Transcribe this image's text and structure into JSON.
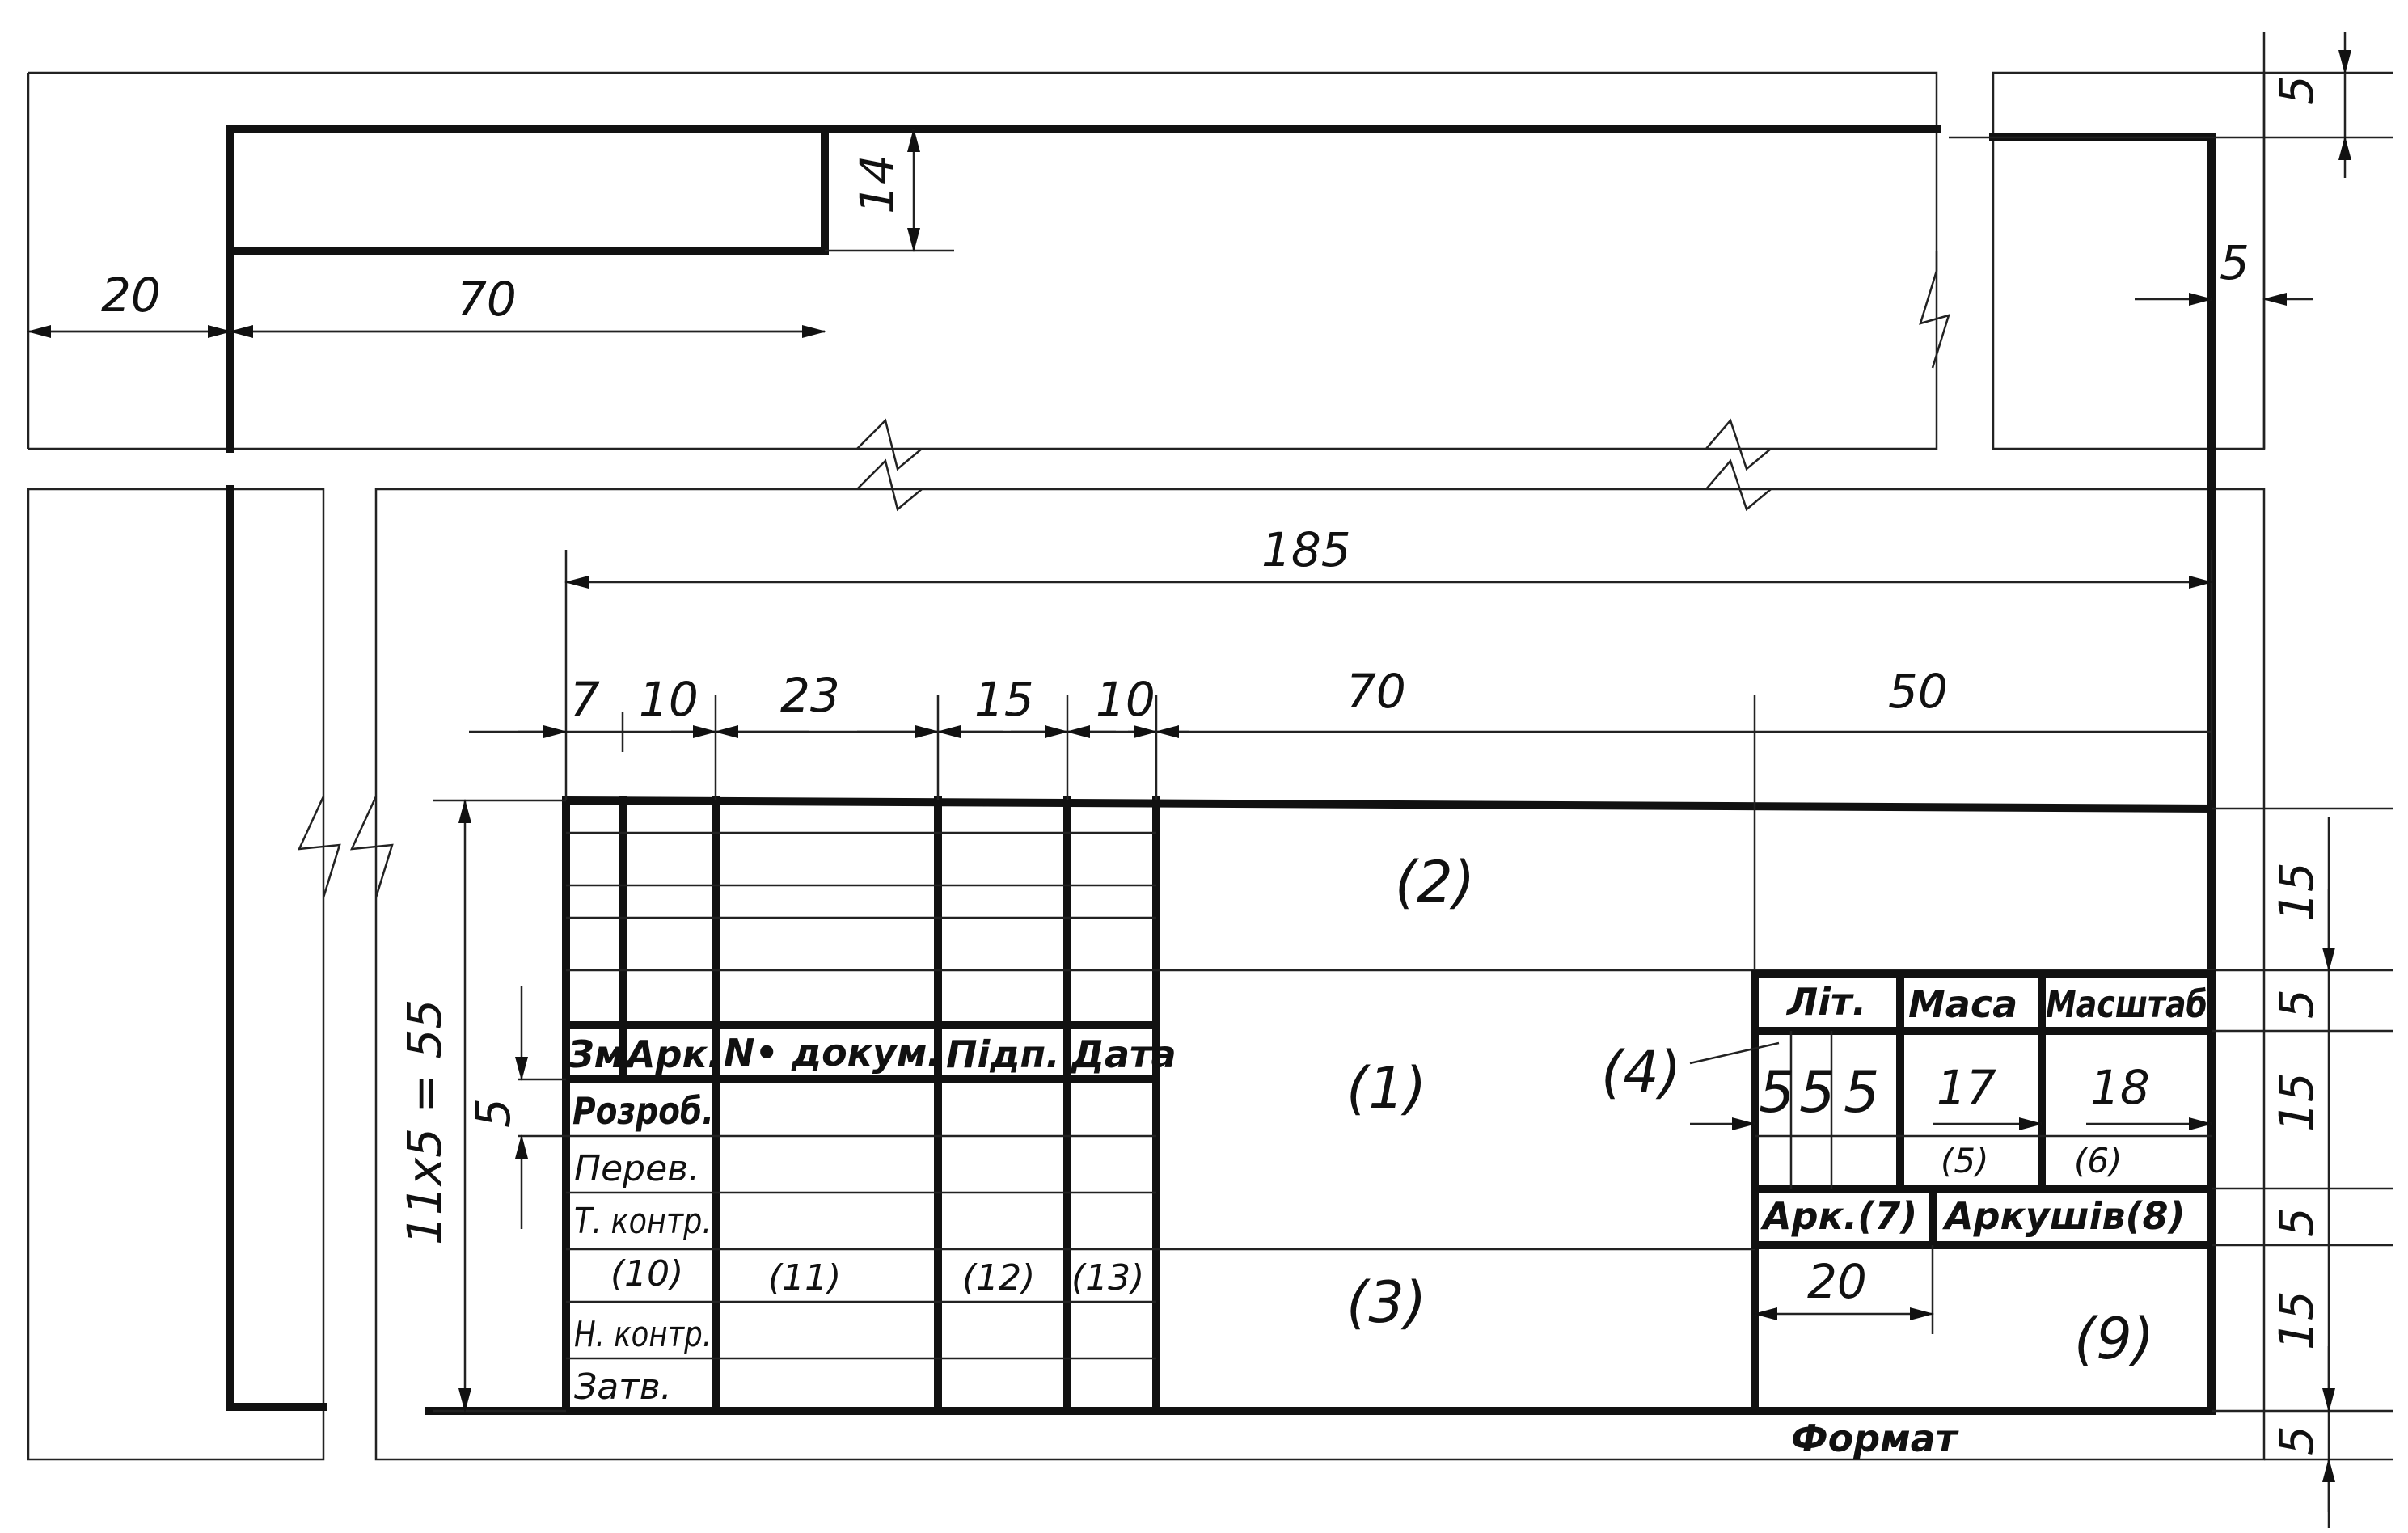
{
  "dimensions": {
    "top_margin": "5",
    "right_margin": "5",
    "left_margin": "20",
    "stamp_width": "70",
    "stamp_height": "14",
    "block_width": "185",
    "col_7": "7",
    "col_10a": "10",
    "col_23": "23",
    "col_15": "15",
    "col_10b": "10",
    "col_70": "70",
    "col_50": "50",
    "left_height": "11x5 = 55",
    "row_5_left": "5",
    "right_15a": "15",
    "right_5a": "5",
    "right_15b": "15",
    "right_5b": "5",
    "right_15c": "15",
    "bottom_5": "5",
    "arkush_20": "20"
  },
  "zones": {
    "z1": "(1)",
    "z2": "(2)",
    "z3": "(3)",
    "z4": "(4)",
    "z5": "(5)",
    "z6": "(6)",
    "z7": "Арк.(7)",
    "z8": "Аркушів(8)",
    "z9": "(9)",
    "z10": "(10)",
    "z11": "(11)",
    "z12": "(12)",
    "z13": "(13)"
  },
  "headers": {
    "zm": "Зм.",
    "ark": "Арк.",
    "n_doc": "N• докум.",
    "pidp": "Підп.",
    "data": "Дата",
    "lit": "Літ.",
    "masa": "Маса",
    "mashtab": "Масштаб"
  },
  "rows": {
    "rozrob": "Розроб.",
    "perev": "Перев.",
    "t_kontr": "Т. контр.",
    "n_kontr": "Н. контр.",
    "zatv": "Затв."
  },
  "lit_cells": [
    "5",
    "5",
    "5"
  ],
  "masa_value": "17",
  "mashtab_value": "18",
  "format_label": "Формат"
}
